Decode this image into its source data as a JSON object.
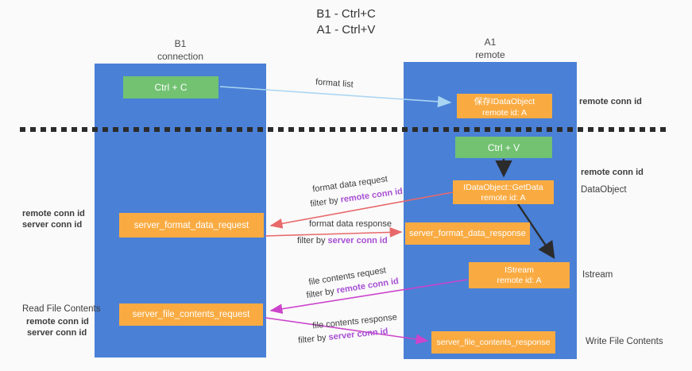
{
  "title": {
    "line1": "B1 - Ctrl+C",
    "line2": "A1 - Ctrl+V"
  },
  "columns": {
    "left": {
      "header_line1": "B1",
      "header_line2": "connection"
    },
    "right": {
      "header_line1": "A1",
      "header_line2": "remote"
    }
  },
  "boxes": {
    "ctrl_c": {
      "label": "Ctrl + C"
    },
    "save_dataobject": {
      "line1": "保存IDataObject",
      "line2": "remote id: A"
    },
    "ctrl_v": {
      "label": "Ctrl + V"
    },
    "getdata": {
      "line1": "IDataObject::GetData",
      "line2": "remote id: A"
    },
    "server_format_data_request": {
      "label": "server_format_data_request"
    },
    "server_format_data_response": {
      "label": "server_format_data_response"
    },
    "istream": {
      "line1": "IStream",
      "line2": "remote id: A"
    },
    "server_file_contents_request": {
      "label": "server_file_contents_request"
    },
    "server_file_contents_response": {
      "label": "server_file_contents_response"
    }
  },
  "flows": {
    "format_list": {
      "label": "format list"
    },
    "format_data_request": {
      "label": "format data request",
      "filter_prefix": "filter by ",
      "filter_key": "remote conn id"
    },
    "format_data_response": {
      "label": "format data response",
      "filter_prefix": "filter by ",
      "filter_key": "server conn id"
    },
    "file_contents_request": {
      "label": "file contents request",
      "filter_prefix": "filter by ",
      "filter_key": "remote conn id"
    },
    "file_contents_response": {
      "label": "file contents response",
      "filter_prefix": "filter by ",
      "filter_key": "server conn id"
    }
  },
  "annotations": {
    "top_right_conn": "remote conn id",
    "mid_right_conn": "remote conn id",
    "dataobject": "DataObject",
    "istream": "Istream",
    "write_file": "Write File Contents",
    "left_remote_conn": "remote conn id",
    "left_server_conn": "server conn id",
    "read_file": "Read File Contents",
    "left_remote_conn2": "remote conn id",
    "left_server_conn2": "server conn id"
  },
  "colors": {
    "column_blue": "#4a80d6",
    "box_orange": "#f9ab42",
    "box_green": "#72c272",
    "arrow_red": "#e8696b",
    "arrow_magenta": "#cc44cc",
    "arrow_light_blue": "#a9d5f2",
    "arrow_black": "#2b2b2b",
    "text_purple": "#a74fd4",
    "text_green": "#6abf69"
  }
}
